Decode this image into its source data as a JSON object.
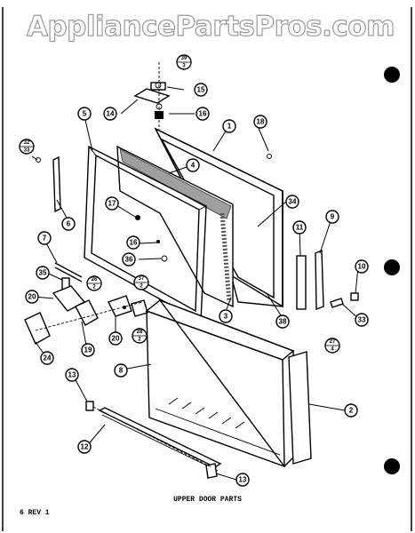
{
  "watermark": "AppliancePartsPros.com",
  "caption": "UPPER DOOR PARTS",
  "revision": "6 REV 1",
  "callouts": [
    {
      "id": "c1",
      "label": "1"
    },
    {
      "id": "c2",
      "label": "2"
    },
    {
      "id": "c3",
      "label": "3"
    },
    {
      "id": "c4",
      "label": "4"
    },
    {
      "id": "c5",
      "label": "5"
    },
    {
      "id": "c6",
      "label": "6"
    },
    {
      "id": "c7",
      "label": "7"
    },
    {
      "id": "c8",
      "label": "8"
    },
    {
      "id": "c9",
      "label": "9"
    },
    {
      "id": "c10",
      "label": "10"
    },
    {
      "id": "c11",
      "label": "11"
    },
    {
      "id": "c12",
      "label": "12"
    },
    {
      "id": "c13a",
      "label": "13"
    },
    {
      "id": "c13b",
      "label": "13"
    },
    {
      "id": "c14",
      "label": "14"
    },
    {
      "id": "c15",
      "label": "15"
    },
    {
      "id": "c16a",
      "label": "16"
    },
    {
      "id": "c16b",
      "label": "16"
    },
    {
      "id": "c17",
      "label": "17"
    },
    {
      "id": "c18",
      "label": "18"
    },
    {
      "id": "c19",
      "label": "19"
    },
    {
      "id": "c20a",
      "label": "20"
    },
    {
      "id": "c20b",
      "label": "20"
    },
    {
      "id": "c24",
      "label": "24"
    },
    {
      "id": "c33",
      "label": "33"
    },
    {
      "id": "c34",
      "label": "34"
    },
    {
      "id": "c35",
      "label": "35"
    },
    {
      "id": "c36",
      "label": "36"
    },
    {
      "id": "c38",
      "label": "38"
    }
  ],
  "fractions": [
    {
      "id": "f39",
      "top": "39",
      "bottom": "3"
    },
    {
      "id": "f32",
      "top": "32",
      "bottom": "33"
    },
    {
      "id": "f26",
      "top": "26",
      "bottom": "2"
    },
    {
      "id": "f37",
      "top": "37",
      "bottom": "2"
    },
    {
      "id": "f28",
      "top": "28",
      "bottom": "2"
    },
    {
      "id": "f27",
      "top": "27",
      "bottom": "4"
    }
  ]
}
